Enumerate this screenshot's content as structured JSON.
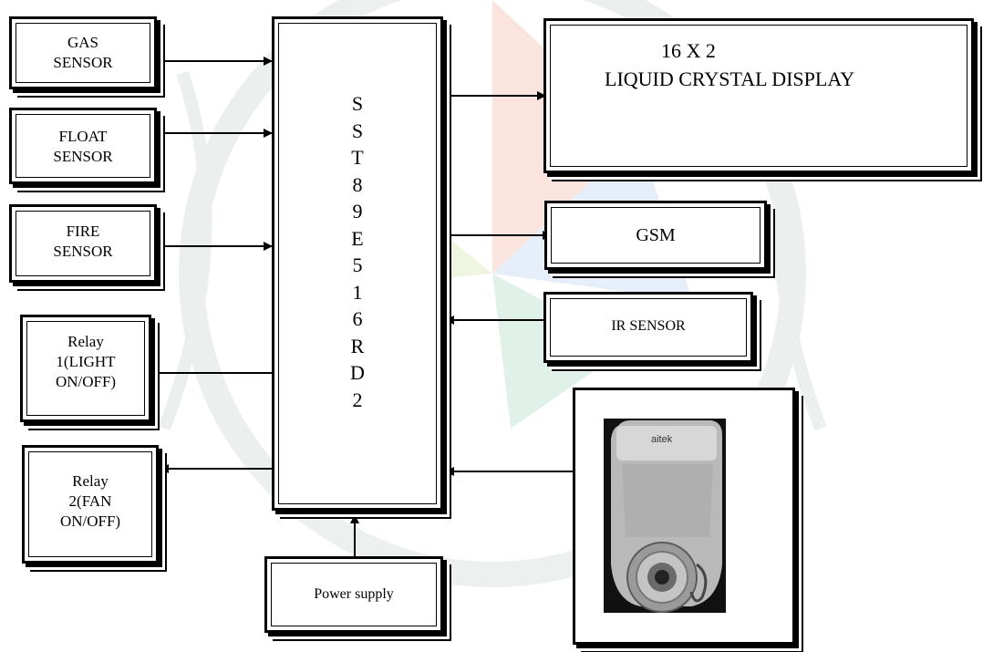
{
  "blocks": {
    "gas": "GAS\nSENSOR",
    "float": "FLOAT\nSENSOR",
    "fire": "FIRE\nSENSOR",
    "relay1": "Relay\n1(LIGHT\nON/OFF)",
    "relay2": "Relay\n2(FAN\nON/OFF)",
    "mcu": "S\nS\nT\n8\n9\nE\n5\n1\n6\nR\nD\n2",
    "lcd_line1": "16 X 2",
    "lcd_line2": "LIQUID CRYSTAL DISPLAY",
    "gsm": "GSM",
    "ir": "IR SENSOR",
    "power": "Power supply",
    "camera_brand": "aitek"
  },
  "colors": {
    "border": "#000000",
    "background": "#ffffff",
    "watermark": "#c8d3cf"
  }
}
